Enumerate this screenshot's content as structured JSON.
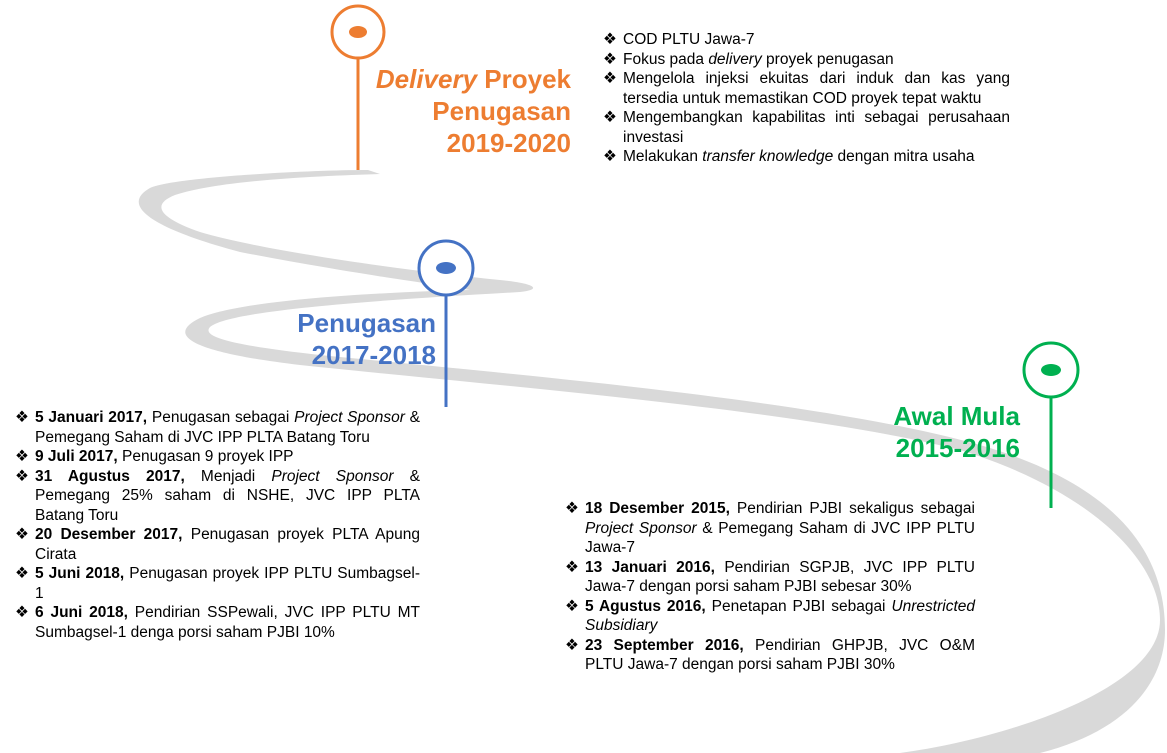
{
  "milestones": [
    {
      "id": "delivery",
      "title_em": "Delivery",
      "title_rest": " Proyek",
      "title_line2": "Penugasan",
      "title_line3": "2019-2020",
      "color": "#ED7D31",
      "items": [
        {
          "bold": "",
          "text": "COD PLTU Jawa-7"
        },
        {
          "bold": "",
          "text": "Fokus pada ",
          "em": "delivery",
          "text2": " proyek penugasan"
        },
        {
          "bold": "",
          "text": "Mengelola injeksi ekuitas dari induk dan kas yang tersedia untuk memastikan COD proyek tepat waktu"
        },
        {
          "bold": "",
          "text": "Mengembangkan kapabilitas inti sebagai perusahaan investasi"
        },
        {
          "bold": "",
          "text": "Melakukan ",
          "em": "transfer knowledge",
          "text2": " dengan mitra usaha"
        }
      ]
    },
    {
      "id": "penugasan",
      "title_line1": "Penugasan",
      "title_line2": "2017-2018",
      "color": "#4472C4",
      "items": [
        {
          "bold": "5 Januari 2017,",
          "text": " Penugasan sebagai ",
          "em": "Project Sponsor",
          "text2": " & Pemegang Saham di JVC IPP PLTA Batang Toru"
        },
        {
          "bold": "9 Juli 2017,",
          "text": " Penugasan 9 proyek IPP"
        },
        {
          "bold": "31 Agustus 2017,",
          "text": " Menjadi ",
          "em": "Project Sponsor",
          "text2": " & Pemegang 25% saham di NSHE, JVC IPP PLTA Batang Toru"
        },
        {
          "bold": "20 Desember 2017,",
          "text": " Penugasan proyek PLTA Apung Cirata"
        },
        {
          "bold": "5 Juni 2018,",
          "text": " Penugasan proyek IPP PLTU Sumbagsel-1"
        },
        {
          "bold": "6 Juni 2018,",
          "text": " Pendirian SSPewali, JVC IPP PLTU MT Sumbagsel-1 denga porsi saham PJBI 10%"
        }
      ]
    },
    {
      "id": "awal",
      "title_line1": "Awal Mula",
      "title_line2": "2015-2016",
      "color": "#00B050",
      "items": [
        {
          "bold": "18 Desember 2015,",
          "text": " Pendirian PJBI sekaligus sebagai ",
          "em": "Project Sponsor",
          "text2": " & Pemegang Saham di JVC IPP PLTU Jawa-7"
        },
        {
          "bold": "13 Januari 2016,",
          "text": " Pendirian SGPJB, JVC IPP PLTU Jawa-7 dengan porsi saham PJBI sebesar 30%"
        },
        {
          "bold": "5 Agustus 2016,",
          "text": " Penetapan PJBI sebagai ",
          "em": "Unrestricted Subsidiary",
          "text2": ""
        },
        {
          "bold": "23 September 2016,",
          "text": " Pendirian GHPJB, JVC O&M PLTU Jawa-7 dengan porsi saham PJBI 30%"
        }
      ]
    }
  ],
  "bullet_glyph": "❖",
  "road_color": "#D9D9D9"
}
